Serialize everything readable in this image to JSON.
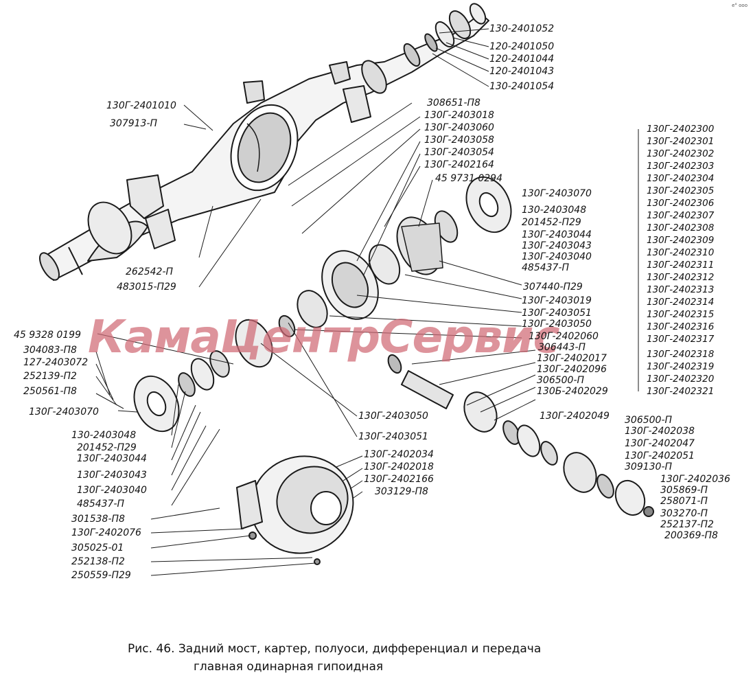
{
  "watermark": "КамаЦентрСервис",
  "corner_mark": "e° ooo",
  "caption": {
    "line1": "Рис. 46. Задний мост, картер, полуоси, дифференциал и передача",
    "line2": "главная одинарная гипоидная"
  },
  "labels": {
    "top_right": [
      "130-2401052",
      "120-2401050",
      "120-2401044",
      "120-2401043",
      "130-2401054"
    ],
    "housing": [
      "130Г-2401010",
      "307913-П"
    ],
    "housing_bottom": [
      "262542-П",
      "483015-П29"
    ],
    "center_column": [
      "308651-П8",
      "130Г-2403018",
      "130Г-2403060",
      "130Г-2403058",
      "130Г-2403054",
      "130Г-2402164",
      "45 9731 0294"
    ],
    "right_column": [
      "130Г-2402300",
      "130Г-2402301",
      "130Г-2402302",
      "130Г-2402303",
      "130Г-2402304",
      "130Г-2402305",
      "130Г-2402306",
      "130Г-2402307",
      "130Г-2402308",
      "130Г-2402309",
      "130Г-2402310",
      "130Г-2402311",
      "130Г-2402312",
      "130Г-2402313",
      "130Г-2402314",
      "130Г-2402315",
      "130Г-2402316",
      "130Г-2402317",
      "130Г-2402318",
      "130Г-2402319",
      "130Г-2402320",
      "130Г-2402321"
    ],
    "diff_right": [
      "130Г-2403070",
      "130-2403048",
      "201452-П29",
      "130Г-2403044",
      "130Г-2403043",
      "130Г-2403040",
      "485437-П"
    ],
    "diff_mid": [
      "307440-П29",
      "130Г-2403019",
      "130Г-2403051",
      "130Г-2403050",
      "130Г-2402060",
      "306443-П",
      "130Г-2402017",
      "130Г-2402096",
      "306500-П",
      "130Б-2402029"
    ],
    "left_upper": [
      "45 9328 0199",
      "304083-П8",
      "127-2403072",
      "252139-П2",
      "250561-П8",
      "130Г-2403070"
    ],
    "left_lower": [
      "130-2403048",
      "201452-П29",
      "130Г-2403044",
      "130Г-2403043",
      "130Г-2403040",
      "485437-П",
      "301538-П8",
      "130Г-2402076",
      "305025-01",
      "252138-П2",
      "250559-П29"
    ],
    "mid_lower": [
      "130Г-2403050",
      "130Г-2403051"
    ],
    "carrier": [
      "130Г-2402034",
      "130Г-2402018",
      "130Г-2402166",
      "303129-П8"
    ],
    "pinion": [
      "130Г-2402049",
      "306500-П",
      "130Г-2402038",
      "130Г-2402047",
      "130Г-2402051",
      "309130-П",
      "130Г-2402036",
      "305869-П",
      "258071-П",
      "303270-П",
      "252137-П2",
      "200369-П8"
    ]
  }
}
